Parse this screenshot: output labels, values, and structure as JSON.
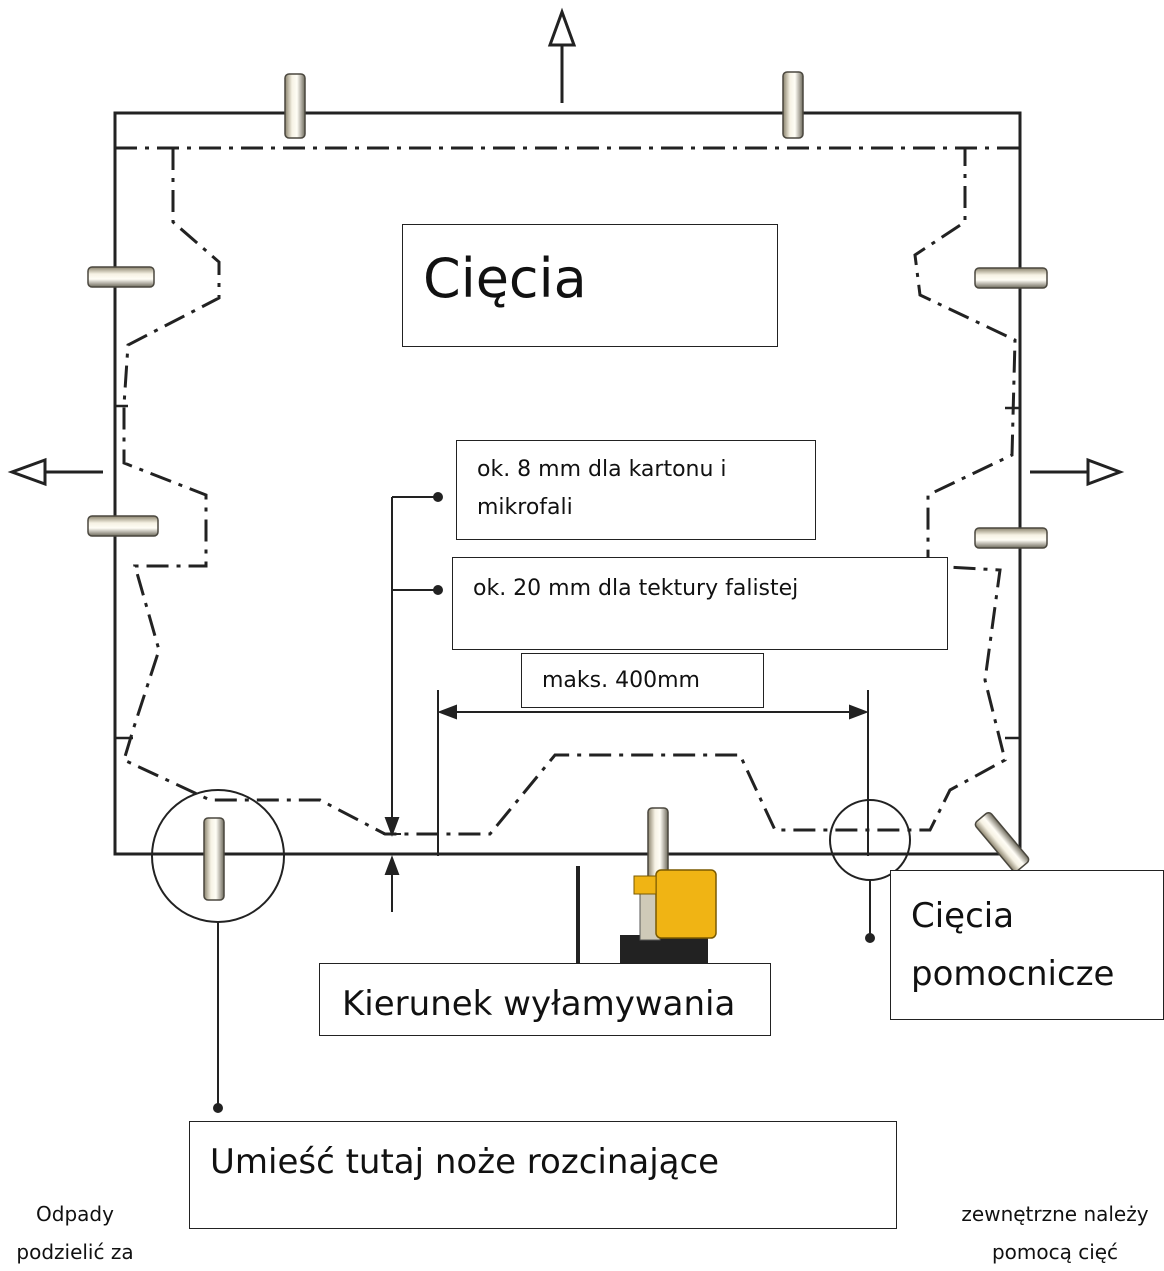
{
  "labels": {
    "title": "Cięcia",
    "gap_carton": "ok. 8 mm dla kartonu i mikrofali",
    "gap_corrugated": "ok. 20 mm dla tektury falistej",
    "max_width": "maks. 400mm",
    "auxiliary_cuts": "Cięcia pomocnicze",
    "breaking_direction": "Kierunek wyłamywania",
    "place_knives": "Umieść tutaj noże rozcinające"
  },
  "notes": {
    "left": "Odpady podzielić za",
    "right": "zewnętrzne należy pomocą cięć"
  },
  "icons": [
    "arrow-up-icon",
    "arrow-left-icon",
    "arrow-right-icon",
    "clamp-icon",
    "cutter-tool-icon"
  ]
}
